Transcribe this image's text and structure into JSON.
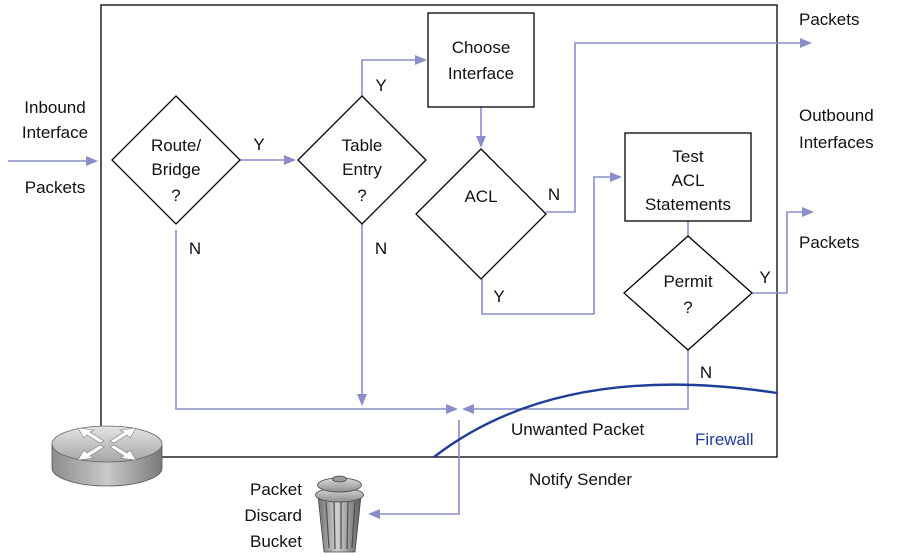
{
  "inbound": {
    "title_line1": "Inbound",
    "title_line2": "Interface",
    "packets": "Packets"
  },
  "outbound": {
    "packets_top": "Packets",
    "title_line1": "Outbound",
    "title_line2": "Interfaces",
    "packets_bottom": "Packets"
  },
  "nodes": {
    "route_bridge": {
      "line1": "Route/",
      "line2": "Bridge",
      "line3": "?"
    },
    "table_entry": {
      "line1": "Table",
      "line2": "Entry",
      "line3": "?"
    },
    "choose_interface": {
      "line1": "Choose",
      "line2": "Interface"
    },
    "acl": {
      "line1": "ACL"
    },
    "test_acl": {
      "line1": "Test",
      "line2": "ACL",
      "line3": "Statements"
    },
    "permit": {
      "line1": "Permit",
      "line2": "?"
    }
  },
  "edge_labels": {
    "route_yes": "Y",
    "route_no": "N",
    "table_yes": "Y",
    "table_no": "N",
    "acl_no": "N",
    "acl_yes": "Y",
    "permit_yes": "Y",
    "permit_no": "N"
  },
  "annotations": {
    "unwanted_packet": "Unwanted Packet",
    "firewall": "Firewall",
    "notify_sender": "Notify Sender"
  },
  "discard": {
    "line1": "Packet",
    "line2": "Discard",
    "line3": "Bucket"
  },
  "colors": {
    "flow": "#8a8ec8",
    "firewall": "#1f3d99",
    "outline": "#000000"
  },
  "icons": {
    "router": "router-icon",
    "trash": "trash-can-icon"
  }
}
